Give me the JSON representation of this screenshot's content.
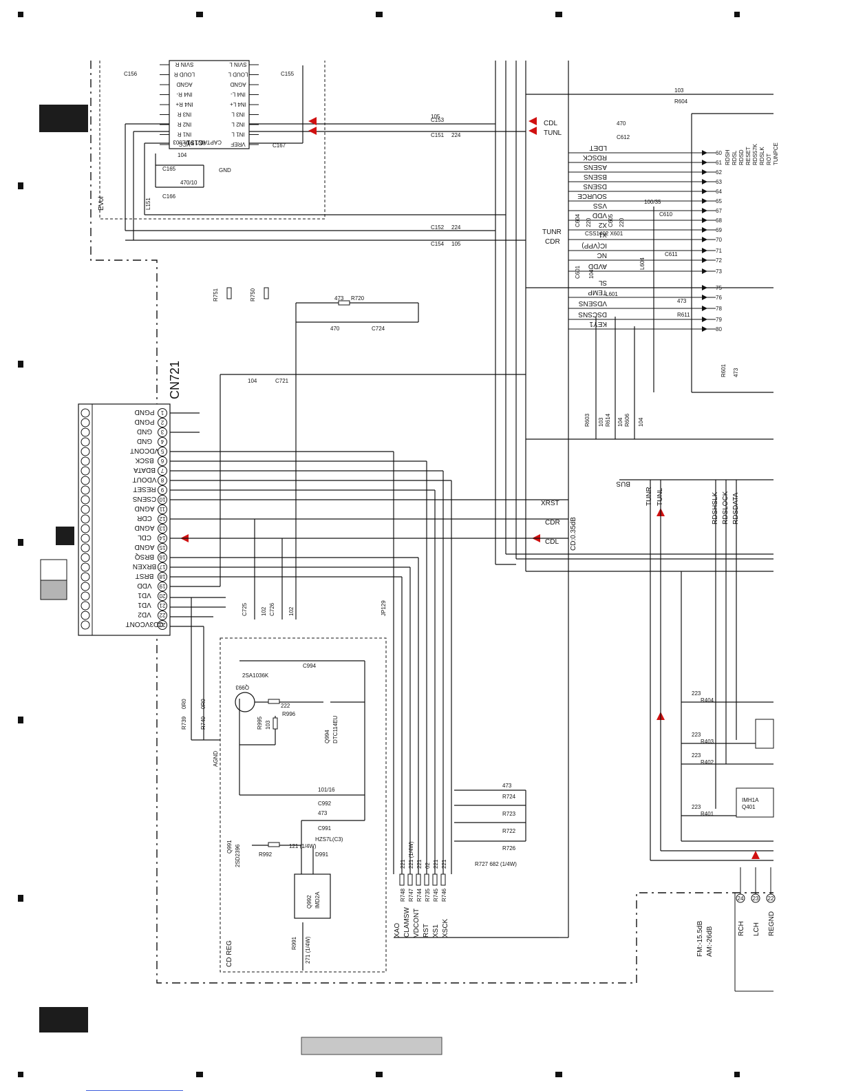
{
  "colors": {
    "line": "#111111",
    "signal_arrow": "#d01010",
    "tab_dark": "#1c1c1c",
    "tab_gray": "#b4b4b4"
  },
  "connector": {
    "name": "CN721",
    "pins": [
      {
        "num": "1",
        "name": "PGND"
      },
      {
        "num": "2",
        "name": "PGND"
      },
      {
        "num": "3",
        "name": "GND"
      },
      {
        "num": "4",
        "name": "GND"
      },
      {
        "num": "5",
        "name": "VDCONT"
      },
      {
        "num": "6",
        "name": "BSCK"
      },
      {
        "num": "7",
        "name": "BDATA"
      },
      {
        "num": "8",
        "name": "VDOUT"
      },
      {
        "num": "9",
        "name": "RESET"
      },
      {
        "num": "10",
        "name": "CSENS"
      },
      {
        "num": "11",
        "name": "AGND"
      },
      {
        "num": "12",
        "name": "CDR"
      },
      {
        "num": "13",
        "name": "AGND"
      },
      {
        "num": "14",
        "name": "CDL"
      },
      {
        "num": "15",
        "name": "AGND"
      },
      {
        "num": "16",
        "name": "BRSQ"
      },
      {
        "num": "17",
        "name": "BRXEN"
      },
      {
        "num": "18",
        "name": "BRST"
      },
      {
        "num": "19",
        "name": "VDD"
      },
      {
        "num": "20",
        "name": "VD1"
      },
      {
        "num": "21",
        "name": "VD1"
      },
      {
        "num": "22",
        "name": "VD2"
      },
      {
        "num": "23",
        "name": "CD3VCONT"
      }
    ]
  },
  "ic151": {
    "name": "IC151",
    "part": "CAPTAIN1 PML003",
    "left_pins": [
      "SVIN R",
      "LOUD R",
      "AGND",
      "IN4 R-",
      "IN4 R+",
      "IN3 R",
      "IN2 R",
      "IN1 R",
      "VCC"
    ],
    "right_pins": [
      "SVIN L",
      "LOUD L",
      "AGND",
      "IN4 L-",
      "IN4 L+",
      "IN3 L",
      "IN2 L",
      "IN1 L",
      "VREF"
    ],
    "label_evol": "EVol"
  },
  "ic_right_pins": [
    {
      "num": "60",
      "name": "LDET"
    },
    {
      "num": "61",
      "name": "RDSCK"
    },
    {
      "num": "62",
      "name": "ASENS"
    },
    {
      "num": "63",
      "name": "BSENS"
    },
    {
      "num": "64",
      "name": "DSENS"
    },
    {
      "num": "65",
      "name": "SOURCE"
    },
    {
      "num": "67",
      "name": "VSS"
    },
    {
      "num": "68",
      "name": "VDD"
    },
    {
      "num": "69",
      "name": "X2"
    },
    {
      "num": "70",
      "name": "X1"
    },
    {
      "num": "71",
      "name": "IC(VPP)"
    },
    {
      "num": "72",
      "name": "NC"
    },
    {
      "num": "73",
      "name": "AVDD"
    },
    {
      "num": "75",
      "name": "SL"
    },
    {
      "num": "76",
      "name": "TEMP"
    },
    {
      "num": "78",
      "name": "VDSENS"
    },
    {
      "num": "79",
      "name": "DSCSNS"
    },
    {
      "num": "80",
      "name": "KEY1"
    }
  ],
  "top_right_pins": [
    "RDSH",
    "RDSL",
    "RDSD",
    "RESET",
    "RDS57K",
    "RDSLK",
    "ROT",
    "TUNPCE"
  ],
  "signals": {
    "cdl": "CDL",
    "tunl": "TUNL",
    "tunr": "TUNR",
    "cdr": "CDR",
    "xrst": "XRST",
    "cd_atten": "CD:0.35dB",
    "bus": "BUS",
    "tunr_v": "TUNR",
    "tunl_v": "TUNL",
    "rdshslk": "RDSHSLK",
    "rdslock": "RDSLOCK",
    "rdsdata": "RDSDATA",
    "fm": "FM:-15.5dB",
    "am": "AM:-26dB"
  },
  "bottom_signals": [
    "XAO",
    "CLAMSW",
    "VDCONT",
    "RST",
    "XS1",
    "XSCK"
  ],
  "bottom_right_pins": [
    {
      "num": "24",
      "name": "RCH"
    },
    {
      "num": "23",
      "name": "LCH"
    },
    {
      "num": "22",
      "name": "REGND"
    }
  ],
  "components": {
    "c153": "C153",
    "c153v": "105",
    "c151": "C151",
    "c151v": "224",
    "c152": "C152",
    "c152v": "224",
    "c154": "C154",
    "c154v": "105",
    "c155": "C155",
    "c156": "C156",
    "c165": "C165",
    "c165v": "104",
    "c166": "C166",
    "c166v": "470/10",
    "l151": "L151",
    "c167": "C167",
    "r604": "R604",
    "r604v": "103",
    "c612": "C612",
    "c612v": "470",
    "r751": "R751",
    "r750": "R750",
    "r0": "0R0",
    "r720": "R720",
    "r720v": "473",
    "c724": "C724",
    "c724v": "470",
    "c721": "C721",
    "c721v": "104",
    "c604": "C604",
    "c605": "C605",
    "c6v": "220",
    "c610": "C610",
    "c610v": "100/35",
    "x601": "CSS1402 X601",
    "c611": "C611",
    "c601": "C601",
    "c601v": "104",
    "l604": "L604",
    "l601": "L601",
    "r611": "R611",
    "r611v": "473",
    "r601": "R601",
    "r601v": "473",
    "r603": "R603",
    "r603v": "103",
    "r614": "R614",
    "r614v": "104",
    "r606": "R606",
    "r606v": "104",
    "c725": "C725",
    "c726": "C726",
    "c72v": "102",
    "jp129": "JP129",
    "c994": "C994",
    "q993": "Q993",
    "q993p": "2SA1036K",
    "r995": "R995",
    "r995v": "103",
    "r996": "R996",
    "r996v": "222",
    "q994": "Q994",
    "q994p": "DTC114EU",
    "r739": "R739",
    "r740": "R740",
    "agnd": "AGND",
    "c992": "C992",
    "c992v": "101/16",
    "c991": "C991",
    "c991v": "473",
    "d991": "D991",
    "d991p": "HZS7L(C3)",
    "q991": "Q991",
    "q991p": "2SD2396",
    "r992": "R992",
    "r992v": "121 (1/4W)",
    "q992": "Q992",
    "q992p": "IMD2A",
    "r991": "R991",
    "r991v": "271 (1/4W)",
    "cdreg": "CD REG",
    "r748": "R748",
    "r747": "R747",
    "r744": "R744",
    "r735": "R735",
    "r745": "R745",
    "r746": "R746",
    "r724": "R724",
    "r723": "R723",
    "r722": "R722",
    "r726": "R726",
    "r727": "R727 682 (1/4W)",
    "v221": "221",
    "v221w": "221 (1/4W)",
    "v02": "02",
    "v473": "473",
    "v682": "682",
    "r401": "R401",
    "r402": "R402",
    "r403": "R403",
    "r404": "R404",
    "v223": "223",
    "q401": "Q401",
    "q401p": "IMH1A",
    "gnd": "GND"
  }
}
